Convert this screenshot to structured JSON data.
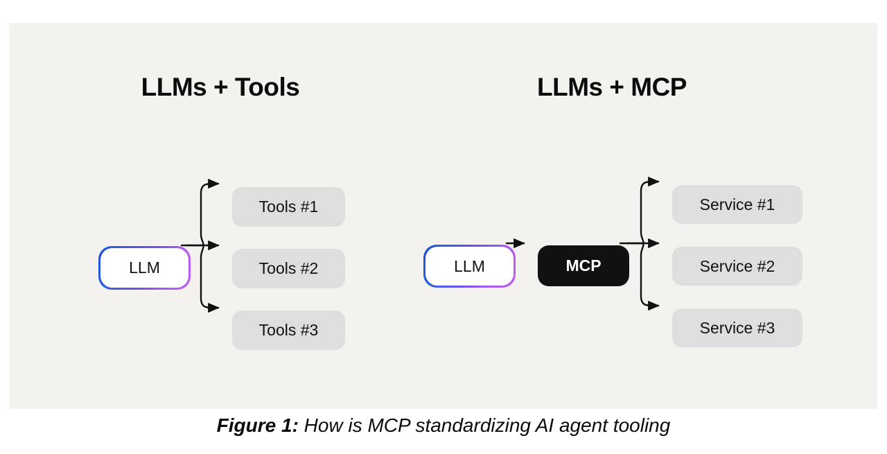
{
  "figure": {
    "caption_label": "Figure 1:",
    "caption_text": " How is MCP standardizing AI agent tooling",
    "panel_bg": "#f3f2ee",
    "page_bg": "#ffffff"
  },
  "columns": [
    {
      "id": "left",
      "title": "LLMs + Tools",
      "source": {
        "label": "LLM",
        "style": "gradient-pill"
      },
      "targets": [
        {
          "label": "Tools #1"
        },
        {
          "label": "Tools #2"
        },
        {
          "label": "Tools #3"
        }
      ]
    },
    {
      "id": "right",
      "title": "LLMs + MCP",
      "source": {
        "label": "LLM",
        "style": "gradient-pill"
      },
      "hub": {
        "label": "MCP",
        "style": "black-box"
      },
      "targets": [
        {
          "label": "Service #1"
        },
        {
          "label": "Service #2"
        },
        {
          "label": "Service #3"
        }
      ]
    }
  ],
  "colors": {
    "node_gray": "#dedede",
    "node_black": "#111111",
    "gradient_start": "#1d4ed8",
    "gradient_end": "#c05cf2",
    "arrow": "#111111",
    "text_dark": "#111111",
    "text_light": "#ffffff"
  }
}
